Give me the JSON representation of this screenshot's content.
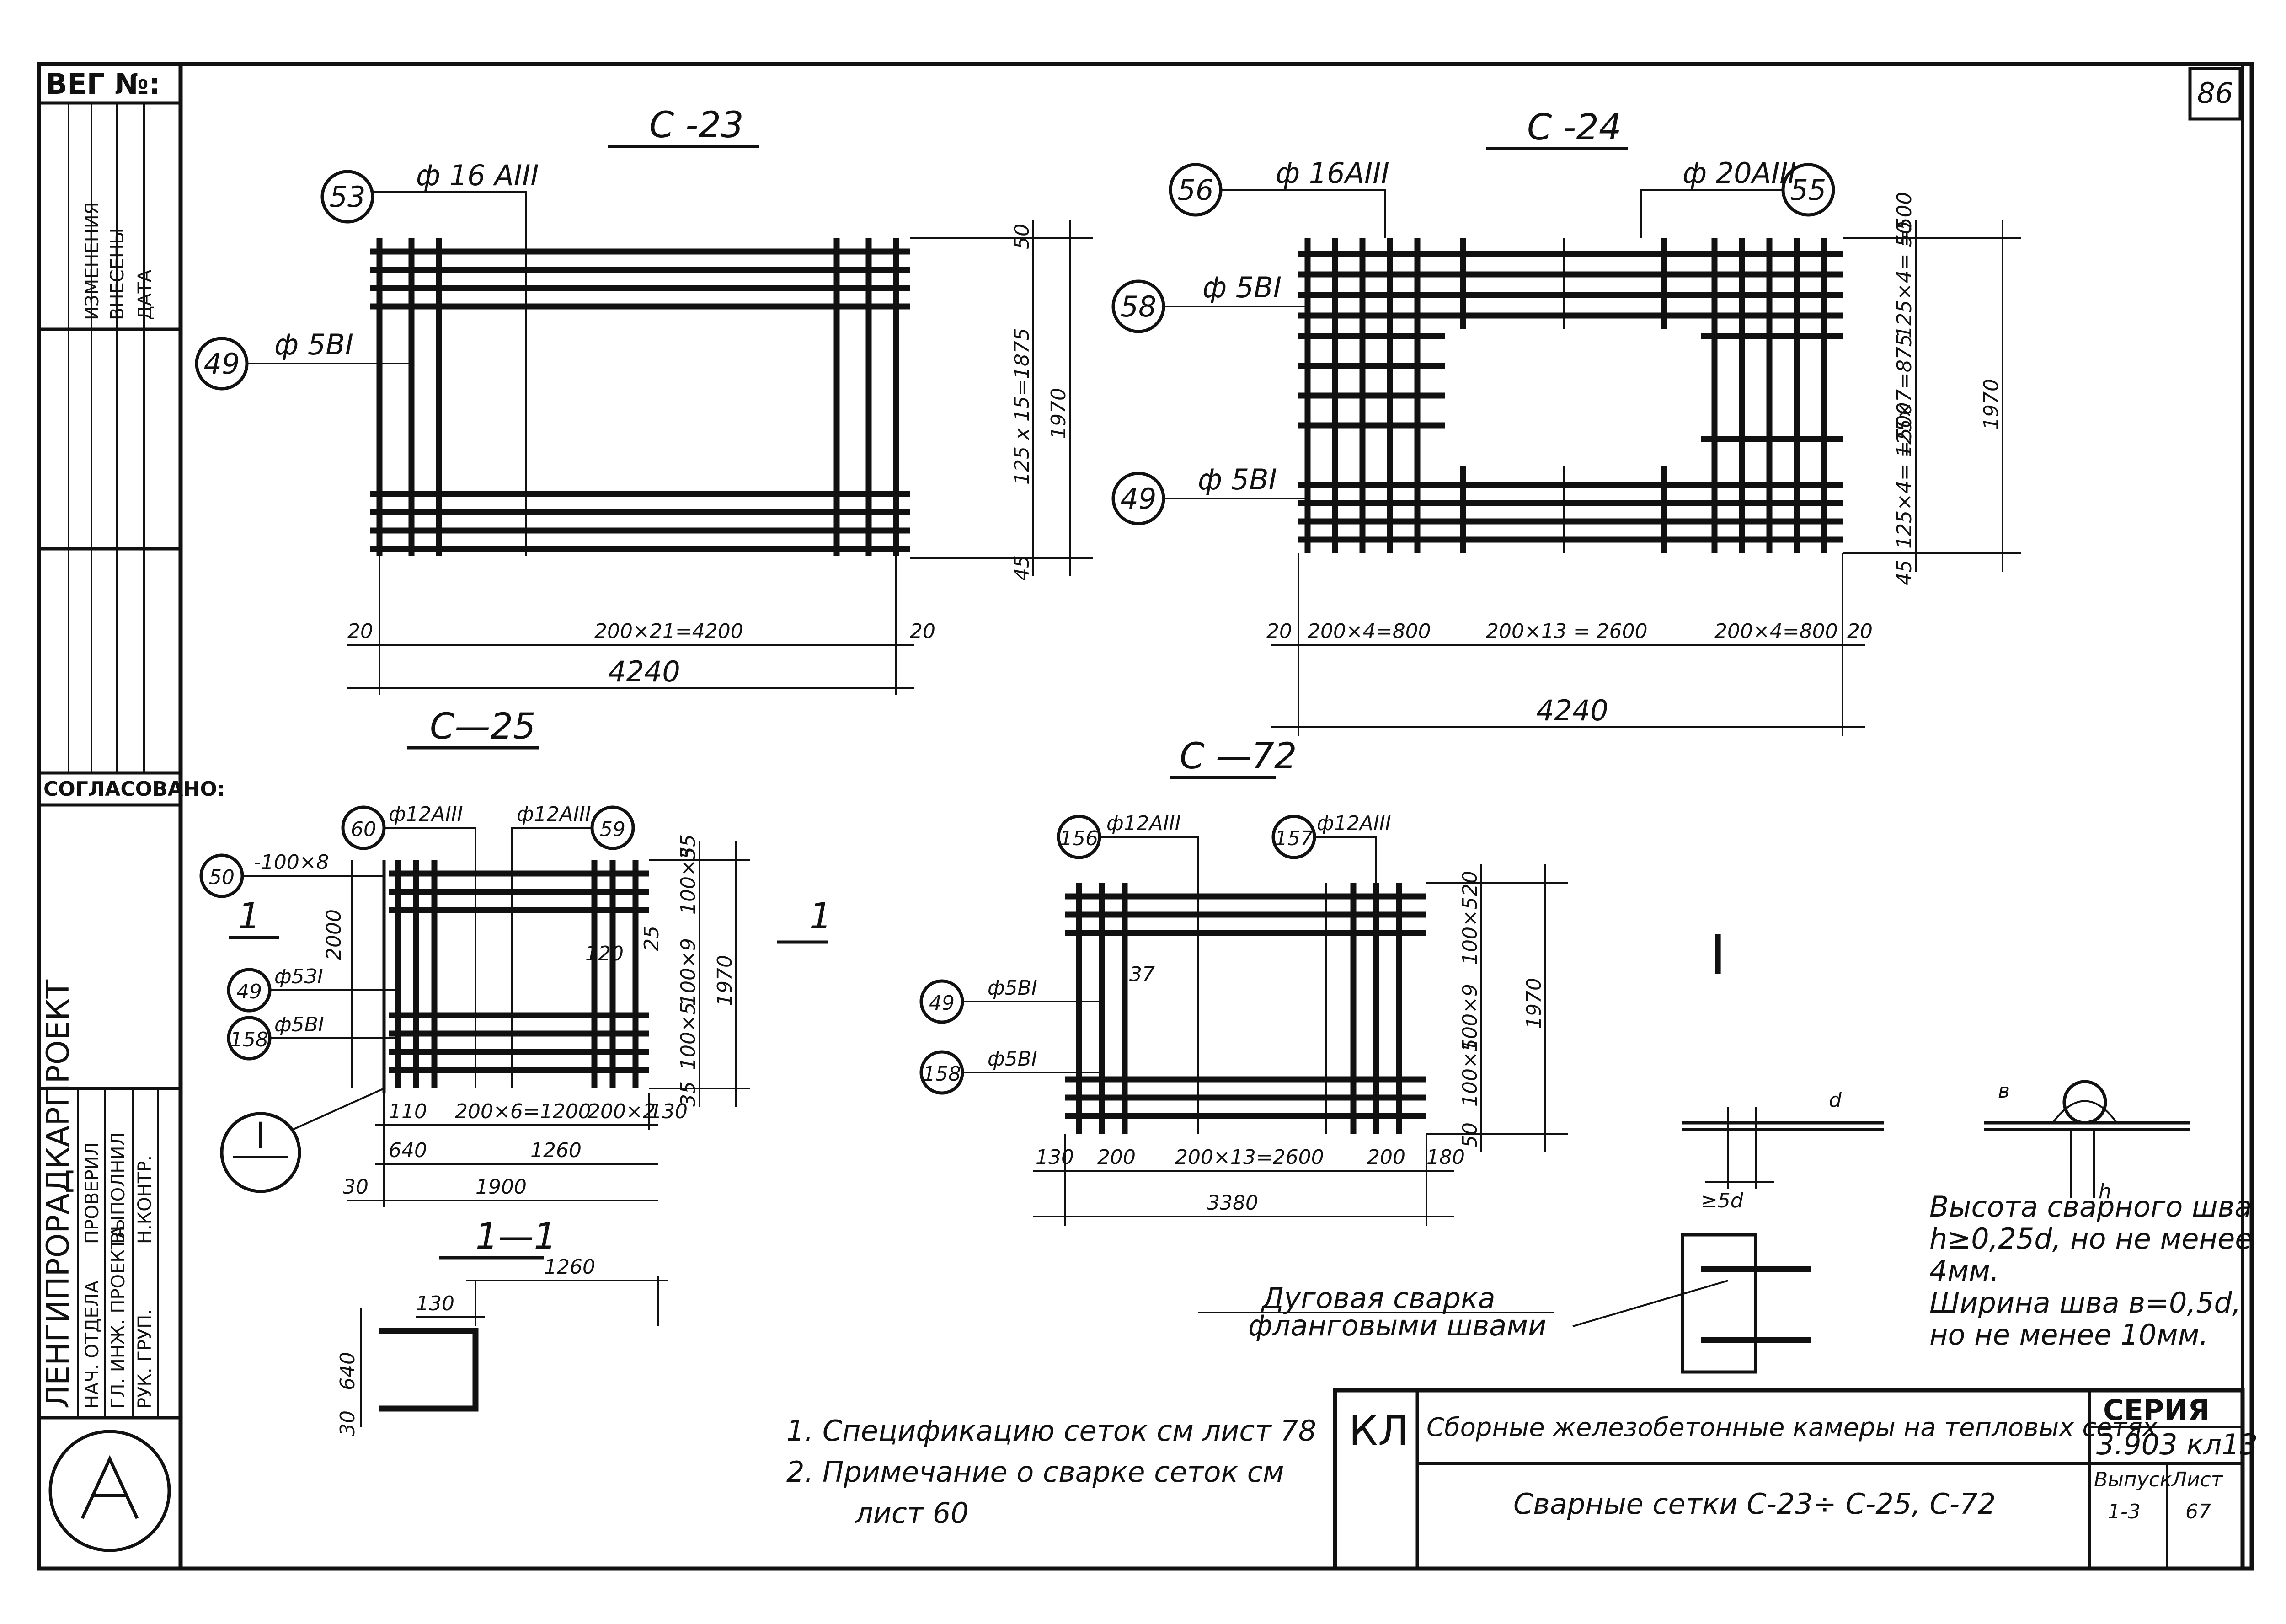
{
  "sheet_number": "86",
  "reg_no_label": "ВЕГ №:",
  "side_stamp": {
    "soglasovano": "СОГЛАСОВАНО:",
    "org_vertical": "ЛЕНГИПРОРАДКАРПРОЕКТ",
    "roles": [
      "НАЧ. ОТДЕЛА",
      "ГЛ. ИНЖ. ПРОЕКТА",
      "РУК. ГРУП.",
      "ПРОВЕРИЛ",
      "ВЫПОЛНИЛ",
      "Н.КОНТР."
    ],
    "changes_header": [
      "ИЗМЕНЕНИЯ",
      "ВНЕСЕНЫ",
      "ДАТА"
    ]
  },
  "drawings": {
    "c23": {
      "title": "С -23",
      "marker_top": "53",
      "bar_top": "ф 16 АIII",
      "marker_left": "49",
      "bar_left": "ф 5ВI",
      "dim_left": "20",
      "dim_span": "200×21=4200",
      "dim_right": "20",
      "dim_total": "4240",
      "dim_v_top": "50",
      "dim_v_mid": "125 x 15=1875",
      "dim_v_bot": "45",
      "dim_v_total": "1970"
    },
    "c24": {
      "title": "С -24",
      "marker_56": "56",
      "bar_56": "ф 16АIII",
      "marker_55": "55",
      "bar_55": "ф 20АIII",
      "marker_58": "58",
      "bar_58": "ф 5ВI",
      "marker_49": "49",
      "bar_49": "ф 5ВI",
      "dim_l": "20",
      "dim_a": "200×4=800",
      "dim_b": "200×13 = 2600",
      "dim_c": "200×4=800",
      "dim_r": "20",
      "dim_total": "4240",
      "dim_v_top": "50",
      "dim_v_1": "125×4= =500",
      "dim_v_2": "125×7=875",
      "dim_v_3": "125×4= =500",
      "dim_v_bot": "45",
      "dim_v_total": "1970"
    },
    "c25": {
      "title": "С—25",
      "marker_60": "60",
      "bar_60": "ф12АIII",
      "marker_59": "59",
      "bar_59": "ф12АIII",
      "marker_50": "50",
      "bar_50": "-100×8",
      "marker_49": "49",
      "bar_49": "ф5ЗI",
      "marker_158": "158",
      "bar_158": "ф5ВI",
      "section_mark": "1",
      "callout": "I",
      "dim_2000": "2000",
      "dim_v": [
        "35",
        "100×5",
        "25",
        "100×9",
        "100×5",
        "35"
      ],
      "dim_v_total": "1970",
      "dim_120": "120",
      "dim_110": "110",
      "dim_span": "200×6=1200",
      "dim_200x2": "200×2",
      "dim_130": "130",
      "dim_640": "640",
      "dim_1260": "1260",
      "dim_30": "30",
      "dim_1900": "1900"
    },
    "c72": {
      "title": "С —72",
      "marker_156": "156",
      "bar_156": "ф12АIII",
      "marker_157": "157",
      "bar_157": "ф12АIII",
      "marker_49": "49",
      "bar_49": "ф5ВI",
      "marker_158": "158",
      "bar_158": "ф5ВI",
      "dim_130": "130",
      "dim_200a": "200",
      "dim_span": "200×13=2600",
      "dim_200b": "200",
      "dim_180": "180",
      "dim_total": "3380",
      "dim_v": [
        "20",
        "100×5",
        "100×9",
        "100×5",
        "50"
      ],
      "dim_v_total": "1970",
      "dim_37": "37"
    },
    "section11": {
      "title": "1—1",
      "dim_1260": "1260",
      "dim_130": "130",
      "dim_640": "640",
      "dim_30": "30"
    },
    "detail": {
      "title": "I",
      "dim_d": "d",
      "dim_5d": "≥5d",
      "dim_h": "h",
      "dim_b": "в",
      "weld_label_1": "Дуговая   сварка",
      "weld_label_2": "фланговыми   швами",
      "note_lines": [
        "Высота сварного шва",
        "h≥0,25d, но не менее",
        "4мм.",
        "Ширина шва в=0,5d,",
        "но не менее 10мм."
      ]
    }
  },
  "notes": [
    "1. Спецификацию сеток см лист 78",
    "2. Примечание о сварке сеток см",
    "лист 60"
  ],
  "title_block": {
    "code": "КЛ",
    "project": "Сборные железобетонные камеры на тепловых сетях",
    "sheet_title": "Сварные сетки С-23÷ С-25, С-72",
    "series_label": "СЕРИЯ",
    "series_value": "3.903 кл13",
    "issue_label": "Выпуск",
    "issue_value": "1-3",
    "sheet_label": "Лист",
    "sheet_value": "67"
  }
}
